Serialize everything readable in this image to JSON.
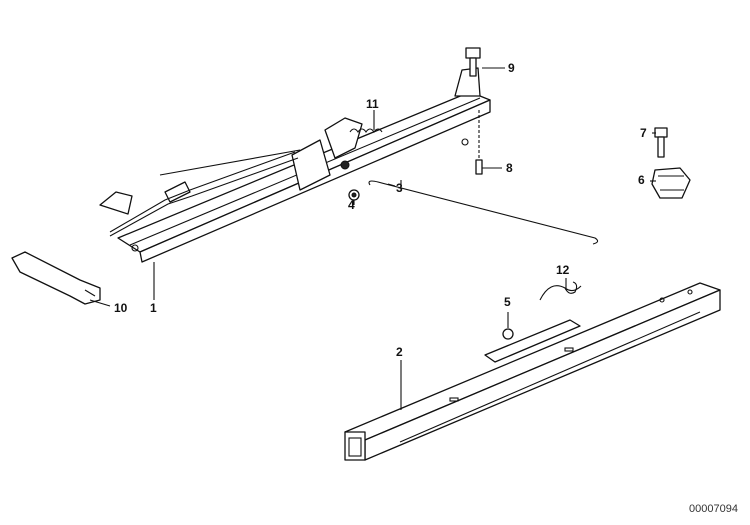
{
  "diagram": {
    "callouts": [
      {
        "id": "1",
        "label": "1"
      },
      {
        "id": "2",
        "label": "2"
      },
      {
        "id": "3",
        "label": "3"
      },
      {
        "id": "4",
        "label": "4"
      },
      {
        "id": "5",
        "label": "5"
      },
      {
        "id": "6",
        "label": "6"
      },
      {
        "id": "7",
        "label": "7"
      },
      {
        "id": "8",
        "label": "8"
      },
      {
        "id": "9",
        "label": "9"
      },
      {
        "id": "10",
        "label": "10"
      },
      {
        "id": "11",
        "label": "11"
      },
      {
        "id": "12",
        "label": "12"
      }
    ],
    "document_number": "00007094"
  }
}
